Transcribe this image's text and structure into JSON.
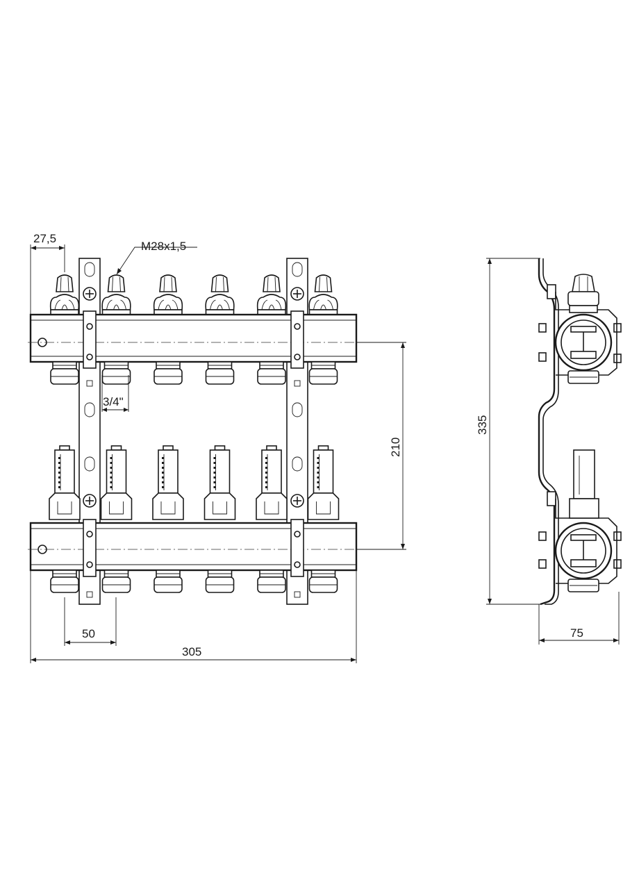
{
  "drawing": {
    "front_view": {
      "outlet_count": 6,
      "dims": {
        "edge_offset": "27,5",
        "thread": "M28x1,5",
        "pipe_size": "3/4\"",
        "rail_spacing": "210",
        "outlet_pitch": "50",
        "overall_width": "305"
      }
    },
    "side_view": {
      "dims": {
        "overall_height": "335",
        "depth": "75"
      }
    }
  }
}
